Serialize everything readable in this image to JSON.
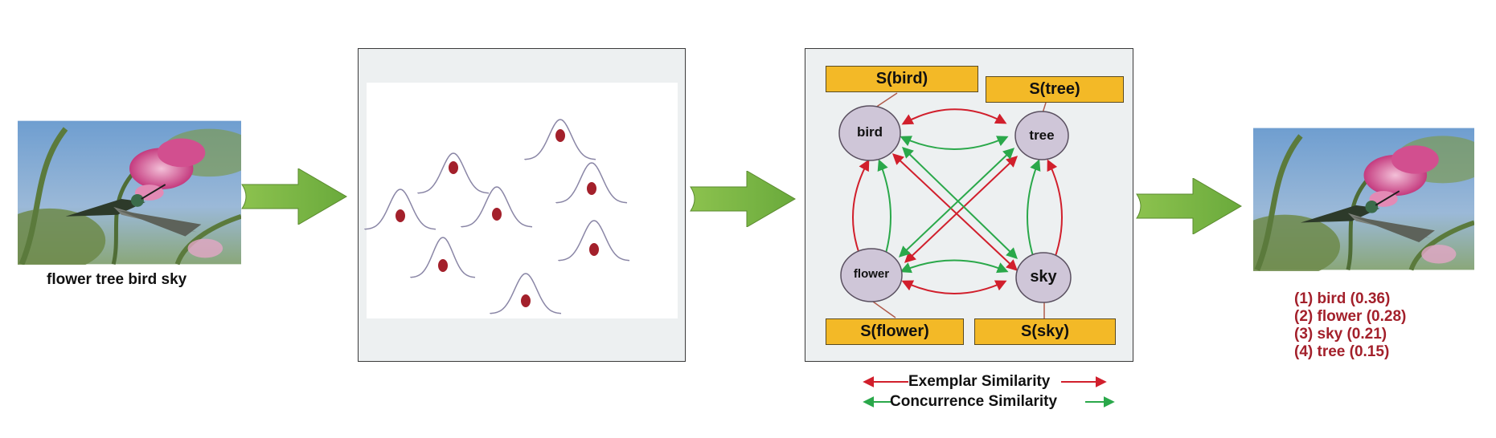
{
  "input": {
    "caption": "flower tree bird sky"
  },
  "graph": {
    "nodes": [
      {
        "id": "bird",
        "label": "bird",
        "score_label": "S(bird)"
      },
      {
        "id": "tree",
        "label": "tree",
        "score_label": "S(tree)"
      },
      {
        "id": "flower",
        "label": "flower",
        "score_label": "S(flower)"
      },
      {
        "id": "sky",
        "label": "sky",
        "score_label": "S(sky)"
      }
    ]
  },
  "legend": {
    "exemplar": "Exemplar Similarity",
    "concurrence": "Concurrence Similarity"
  },
  "output": {
    "ranked": [
      "(1) bird (0.36)",
      "(2) flower (0.28)",
      "(3) sky (0.21)",
      "(4) tree (0.15)"
    ]
  },
  "colors": {
    "arrow_green": "#7ab648",
    "exemplar_red": "#d11f2c",
    "concurrence_green": "#2aa84a",
    "node_fill": "#cfc6d8",
    "label_fill": "#f3b927",
    "ranked_text": "#a3202b"
  }
}
